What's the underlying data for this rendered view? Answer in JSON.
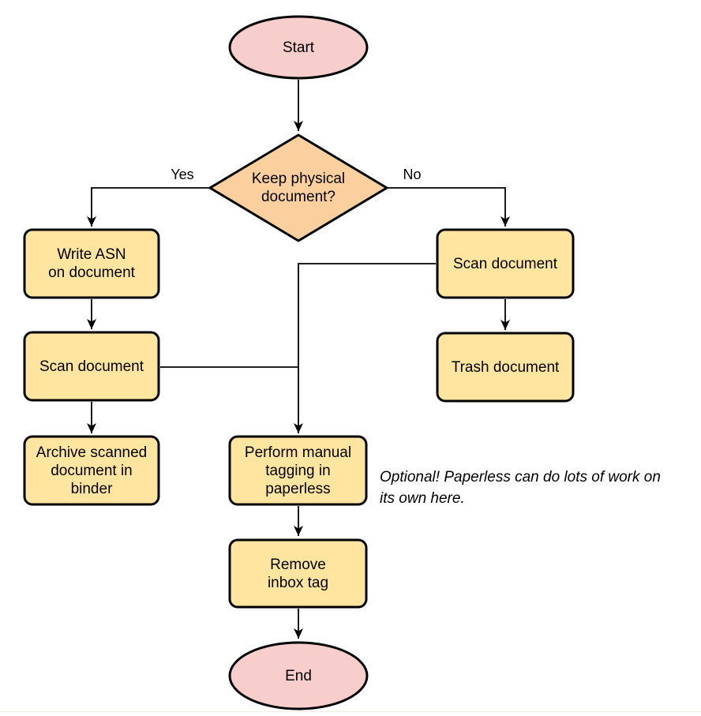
{
  "nodes": {
    "start": {
      "label": "Start"
    },
    "decision": {
      "label": "Keep physical\ndocument?"
    },
    "write_asn": {
      "label": "Write ASN\non document"
    },
    "scan_left": {
      "label": "Scan document"
    },
    "archive": {
      "label": "Archive scanned\ndocument in\nbinder"
    },
    "scan_right": {
      "label": "Scan document"
    },
    "trash": {
      "label": "Trash document"
    },
    "tagging": {
      "label": "Perform manual\ntagging in\npaperless"
    },
    "remove": {
      "label": "Remove\ninbox tag"
    },
    "end": {
      "label": "End"
    }
  },
  "edges": {
    "yes_label": "Yes",
    "no_label": "No"
  },
  "note": {
    "text": "Optional! Paperless can do lots of work on\nits own here."
  },
  "colors": {
    "terminal_fill": "#f8cecc",
    "decision_fill": "#fccf9f",
    "process_fill": "#ffe5a0",
    "stroke": "#000000"
  }
}
